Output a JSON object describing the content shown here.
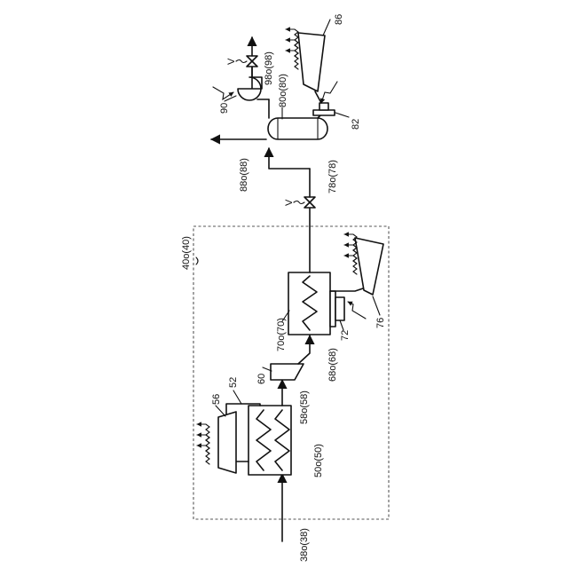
{
  "labels": {
    "l86": "86",
    "l82": "82",
    "l90": "90",
    "l98": "98o(98)",
    "l80": "80o(80)",
    "l88": "88o(88)",
    "l78": "78o(78)",
    "v_top": "V",
    "v_mid": "V",
    "l40": "40o(40)",
    "l76": "76",
    "l72": "72",
    "l70": "70o(70)",
    "l68": "68o(68)",
    "l60": "60",
    "l58": "58o(58)",
    "l56": "56",
    "l52": "52",
    "l50": "50o(50)",
    "l38": "38o(38)"
  },
  "colors": {
    "line": "#111111",
    "boundary": "#555555",
    "background": "#ffffff"
  }
}
